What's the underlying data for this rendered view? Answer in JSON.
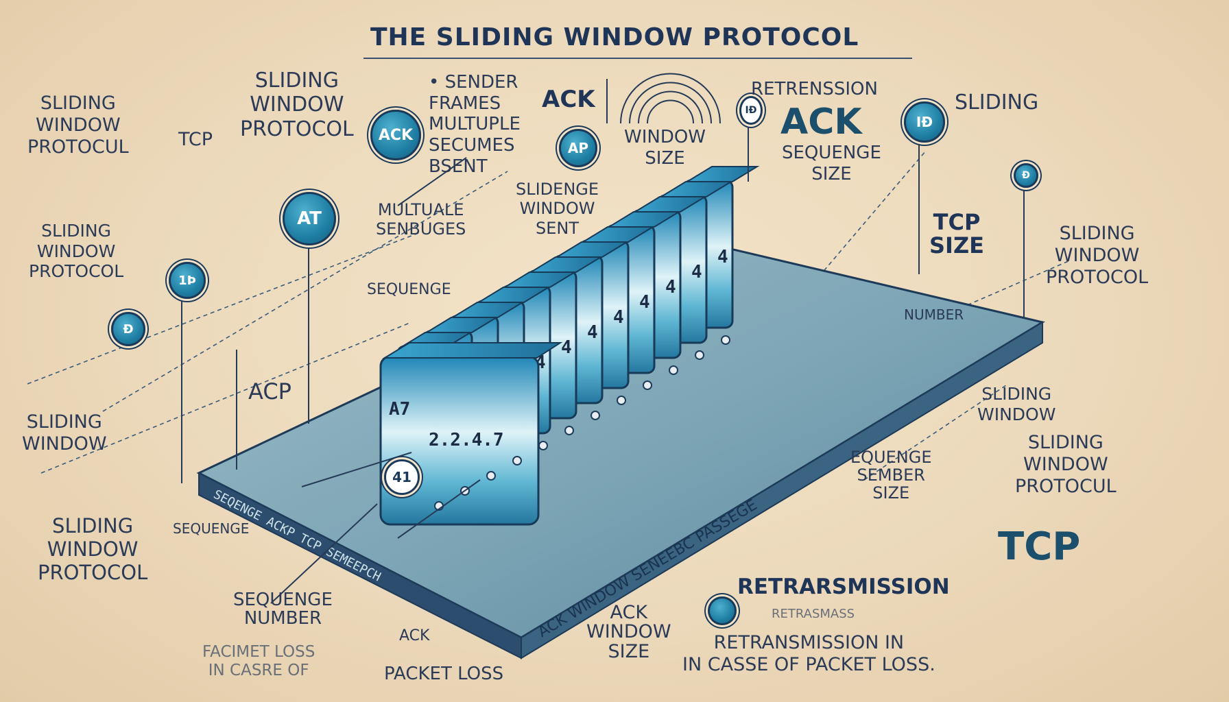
{
  "title": "THE SLIDING WINDOW PROTOCOL",
  "labels": {
    "sliding_window_protocol_1": "SLIDING\nWINDOW\nPROTOCUL",
    "tcp_1": "TCP",
    "sliding_window_protocol_top": "SLIDING\nWINDOW\nPROTOCOL",
    "sender_frames": "• SENDER\nFRAMES\nMULTUPLE\nSECUMES\nBSENT",
    "ack_top": "ACK",
    "window_size_top": "WINDOW\nSIZE",
    "retrenssion": "RETRENSSION",
    "ack_big": "ACK",
    "sequenge_size": "SEQUENGE\nSIZE",
    "sliding_top_right": "SLIDING",
    "multuale_senbuges": "MULTUALE\nSENBUGES",
    "slidenge_window_sent": "SLIDENGE\nWINDOW\nSENT",
    "sliding_window_protocol_left2": "SLIDING\nWINDOW\nPROTOCOL",
    "sequenge_mid": "SEQUENGE",
    "tcp_size": "TCP\nSIZE",
    "sliding_window_protocol_right": "SLIDING\nWINDOW\nPROTOCOL",
    "number": "NUMBER",
    "acp": "ACP",
    "sliding_window_left3": "SLIDING\nWINDOW",
    "sliding_window_right2": "SLIDING\nWINDOW",
    "sliding_window_protocul_right3": "SLIDING\nWINDOW\nPROTOCUL",
    "equenge_sember_size": "EQUENGE\nSEMBER\nSIZE",
    "sliding_window_protocol_left4": "SLIDING\nWINDOW\nPROTOCOL",
    "sequenge_left": "SEQUENGE",
    "tcp_big": "TCP",
    "sequenge_number": "SEQUENGE\nNUMBER",
    "facimet_loss": "FACIMET LOSS\nIN CASRE OF",
    "ack_bottom": "ACK",
    "packet_loss": "PACKET LOSS",
    "ack_window_size": "ACK\nWINDOW\nSIZE",
    "retrarsmission": "RETRARSMISSION",
    "retrarsmission_sub": "RETRASMASS",
    "retransmission_in": "RETRANSMISSION IN\nIN CASSE OF PACKET LOSS."
  },
  "badges": {
    "ack": "ACK",
    "ap": "AP",
    "at": "AT",
    "b1": "1Þ",
    "b2": "IÐ",
    "b3": "ⅠÐ",
    "b4": "Ð"
  },
  "frames": {
    "first": "A7",
    "sequence": "2.2.4.7",
    "marker": "41",
    "numbers": [
      "4",
      "4",
      "4",
      "4",
      "4",
      "4",
      "4",
      "4",
      "4",
      "4",
      "4",
      "4"
    ]
  },
  "platform_text": {
    "front": "SEQENGE ACKP TCP SEMEEPCH",
    "side": "ACK WINDOW SENEEBC PASSEGE"
  },
  "colors": {
    "background": "#ecd9bb",
    "frame_blue": "#2a93bd",
    "platform": "#6f9db0",
    "ink": "#1f3558"
  }
}
